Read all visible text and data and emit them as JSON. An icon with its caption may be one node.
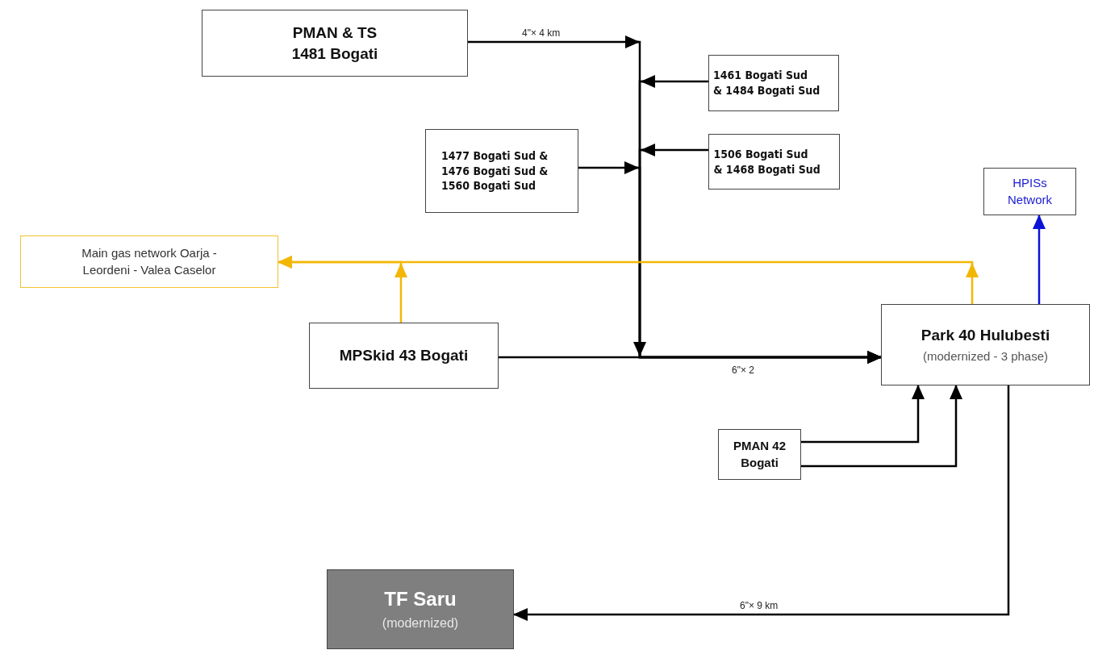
{
  "diagram": {
    "nodes": [
      {
        "text": [
          "PMAN & TS 1481 Bogati"
        ]
      },
      {
        "text": [
          "1461 Bogati Sud & 1484 Bogati Sud"
        ]
      },
      {
        "text": [
          "1477 Bogati Sud & 1476 Bogati Sud & 1560 Bogati Sud"
        ]
      },
      {
        "text": [
          "1506 Bogati Sud & 1468 Bogati Sud"
        ]
      },
      {
        "text": [
          "HPISs Network"
        ]
      },
      {
        "text": [
          "Main gas network Oarja - Leordeni - Valea Caselor"
        ]
      },
      {
        "text": [
          "MPSkid 43 Bogati"
        ]
      },
      {
        "text": [
          "Park 40 Hulubesti",
          "(modernized - 3 phase)"
        ]
      },
      {
        "text": [
          "PMAN 42 Bogati"
        ]
      },
      {
        "text": [
          "TF Saru",
          "(modernized)"
        ]
      }
    ],
    "edges": [
      {
        "from": 0,
        "to": 7,
        "arrow": "to",
        "label": "4\"× 4 km"
      },
      {
        "from": 1,
        "to": 7,
        "arrow": "to"
      },
      {
        "from": 2,
        "to": 7,
        "arrow": "to"
      },
      {
        "from": 3,
        "to": 7,
        "arrow": "to"
      },
      {
        "from": 6,
        "to": 7,
        "arrow": "to",
        "label": "6\"× 2"
      },
      {
        "from": 6,
        "to": 5,
        "arrow": "to",
        "color": "#f2b705"
      },
      {
        "from": 7,
        "to": 5,
        "arrow": "to",
        "color": "#f2b705"
      },
      {
        "from": 7,
        "to": 4,
        "arrow": "to",
        "color": "#0a14d6"
      },
      {
        "from": 8,
        "to": 7,
        "arrow": "to"
      },
      {
        "from": 8,
        "to": 7,
        "arrow": "to"
      },
      {
        "from": 7,
        "to": 9,
        "arrow": "to",
        "label": "6\"× 9 km"
      }
    ]
  }
}
